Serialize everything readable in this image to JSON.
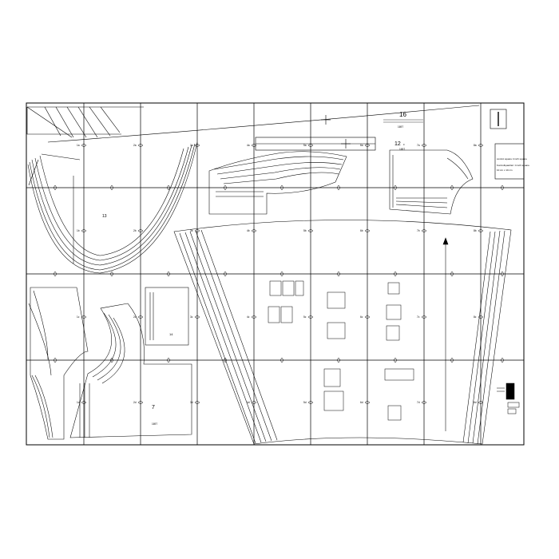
{
  "sheet": {
    "grid_columns": 9,
    "grid_rows": 4,
    "tile_labels": [
      [
        "1a",
        "2a",
        "3a",
        "4a",
        "5a",
        "6a",
        "7a",
        "8a"
      ],
      [
        "1b",
        "2b",
        "3b",
        "4b",
        "5b",
        "6b",
        "7b",
        "8b"
      ],
      [
        "1c",
        "2c",
        "3c",
        "4c",
        "5c",
        "6c",
        "7c",
        "8c"
      ],
      [
        "1d",
        "2d",
        "3d",
        "4d",
        "5d",
        "6d",
        "7d",
        "8d"
      ]
    ]
  },
  "pieces": {
    "p16": {
      "number": "16",
      "label": "1697"
    },
    "p12": {
      "number": "12",
      "suffix": "c",
      "label": "1697"
    },
    "p13": {
      "number": "13"
    },
    "p7": {
      "number": "7",
      "label": "1697"
    },
    "p14": {
      "number": "14"
    }
  },
  "test_square": {
    "lines": [
      "control square 4 inch square",
      "Kontrollquadrat / 4 inch square",
      "10 cm x 10 cm"
    ]
  }
}
